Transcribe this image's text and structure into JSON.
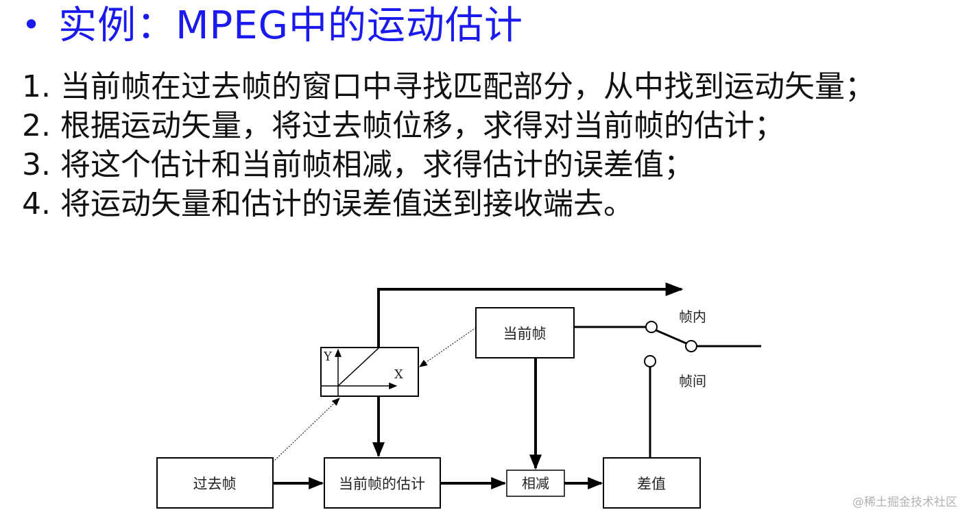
{
  "slide": {
    "bullet": "•",
    "title": "实例：MPEG中的运动估计"
  },
  "steps": [
    "1. 当前帧在过去帧的窗口中寻找匹配部分，从中找到运动矢量；",
    "2. 根据运动矢量，将过去帧位移，求得对当前帧的估计；",
    "3. 将这个估计和当前帧相减，求得估计的误差值；",
    "4. 将运动矢量和估计的误差值送到接收端去。"
  ],
  "diagram": {
    "past_frame": "过去帧",
    "current_estimate": "当前帧的估计",
    "subtract": "相减",
    "difference": "差值",
    "current_frame": "当前帧",
    "axis_y": "Y",
    "axis_x": "X",
    "intra": "帧内",
    "inter": "帧间"
  },
  "watermark": "@稀土掘金技术社区"
}
